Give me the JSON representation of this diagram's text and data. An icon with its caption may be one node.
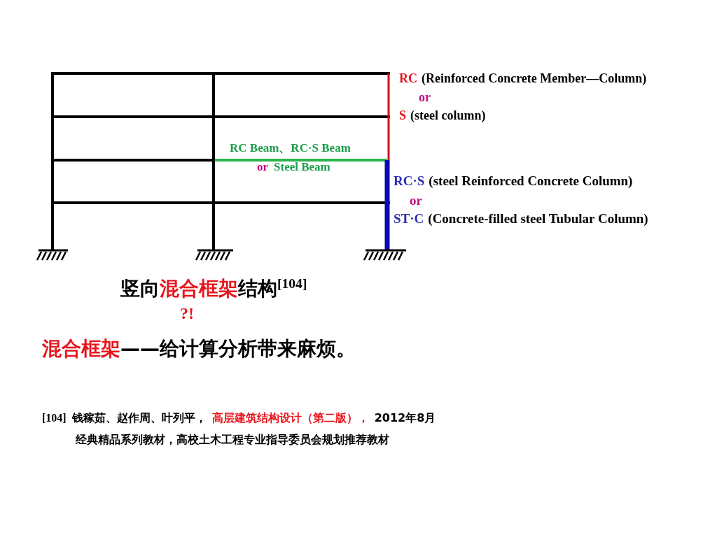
{
  "diagram": {
    "labels": [
      "RC",
      "(Reinforced Concrete Member—Column)",
      "or",
      "S",
      "(steel column)",
      "RC Beam、RC·S Beam",
      "or",
      "Steel Beam",
      "RC·S",
      "(steel Reinforced Concrete Column)",
      "or",
      "ST·C",
      "(Concrete-filled steel Tubular Column)",
      "竖向",
      "混合框架",
      "结构$^{[104]}$",
      "?!",
      "混合框架",
      "——给计算分析带来麻烦。",
      "[104]",
      "钱稼茹、赵作周、叶列平，",
      "高层建筑结构设计（第二版），",
      "2012年8月",
      "经典精品系列教材，高校土木工程专业指导委员会规划推荐教材"
    ]
  }
}
